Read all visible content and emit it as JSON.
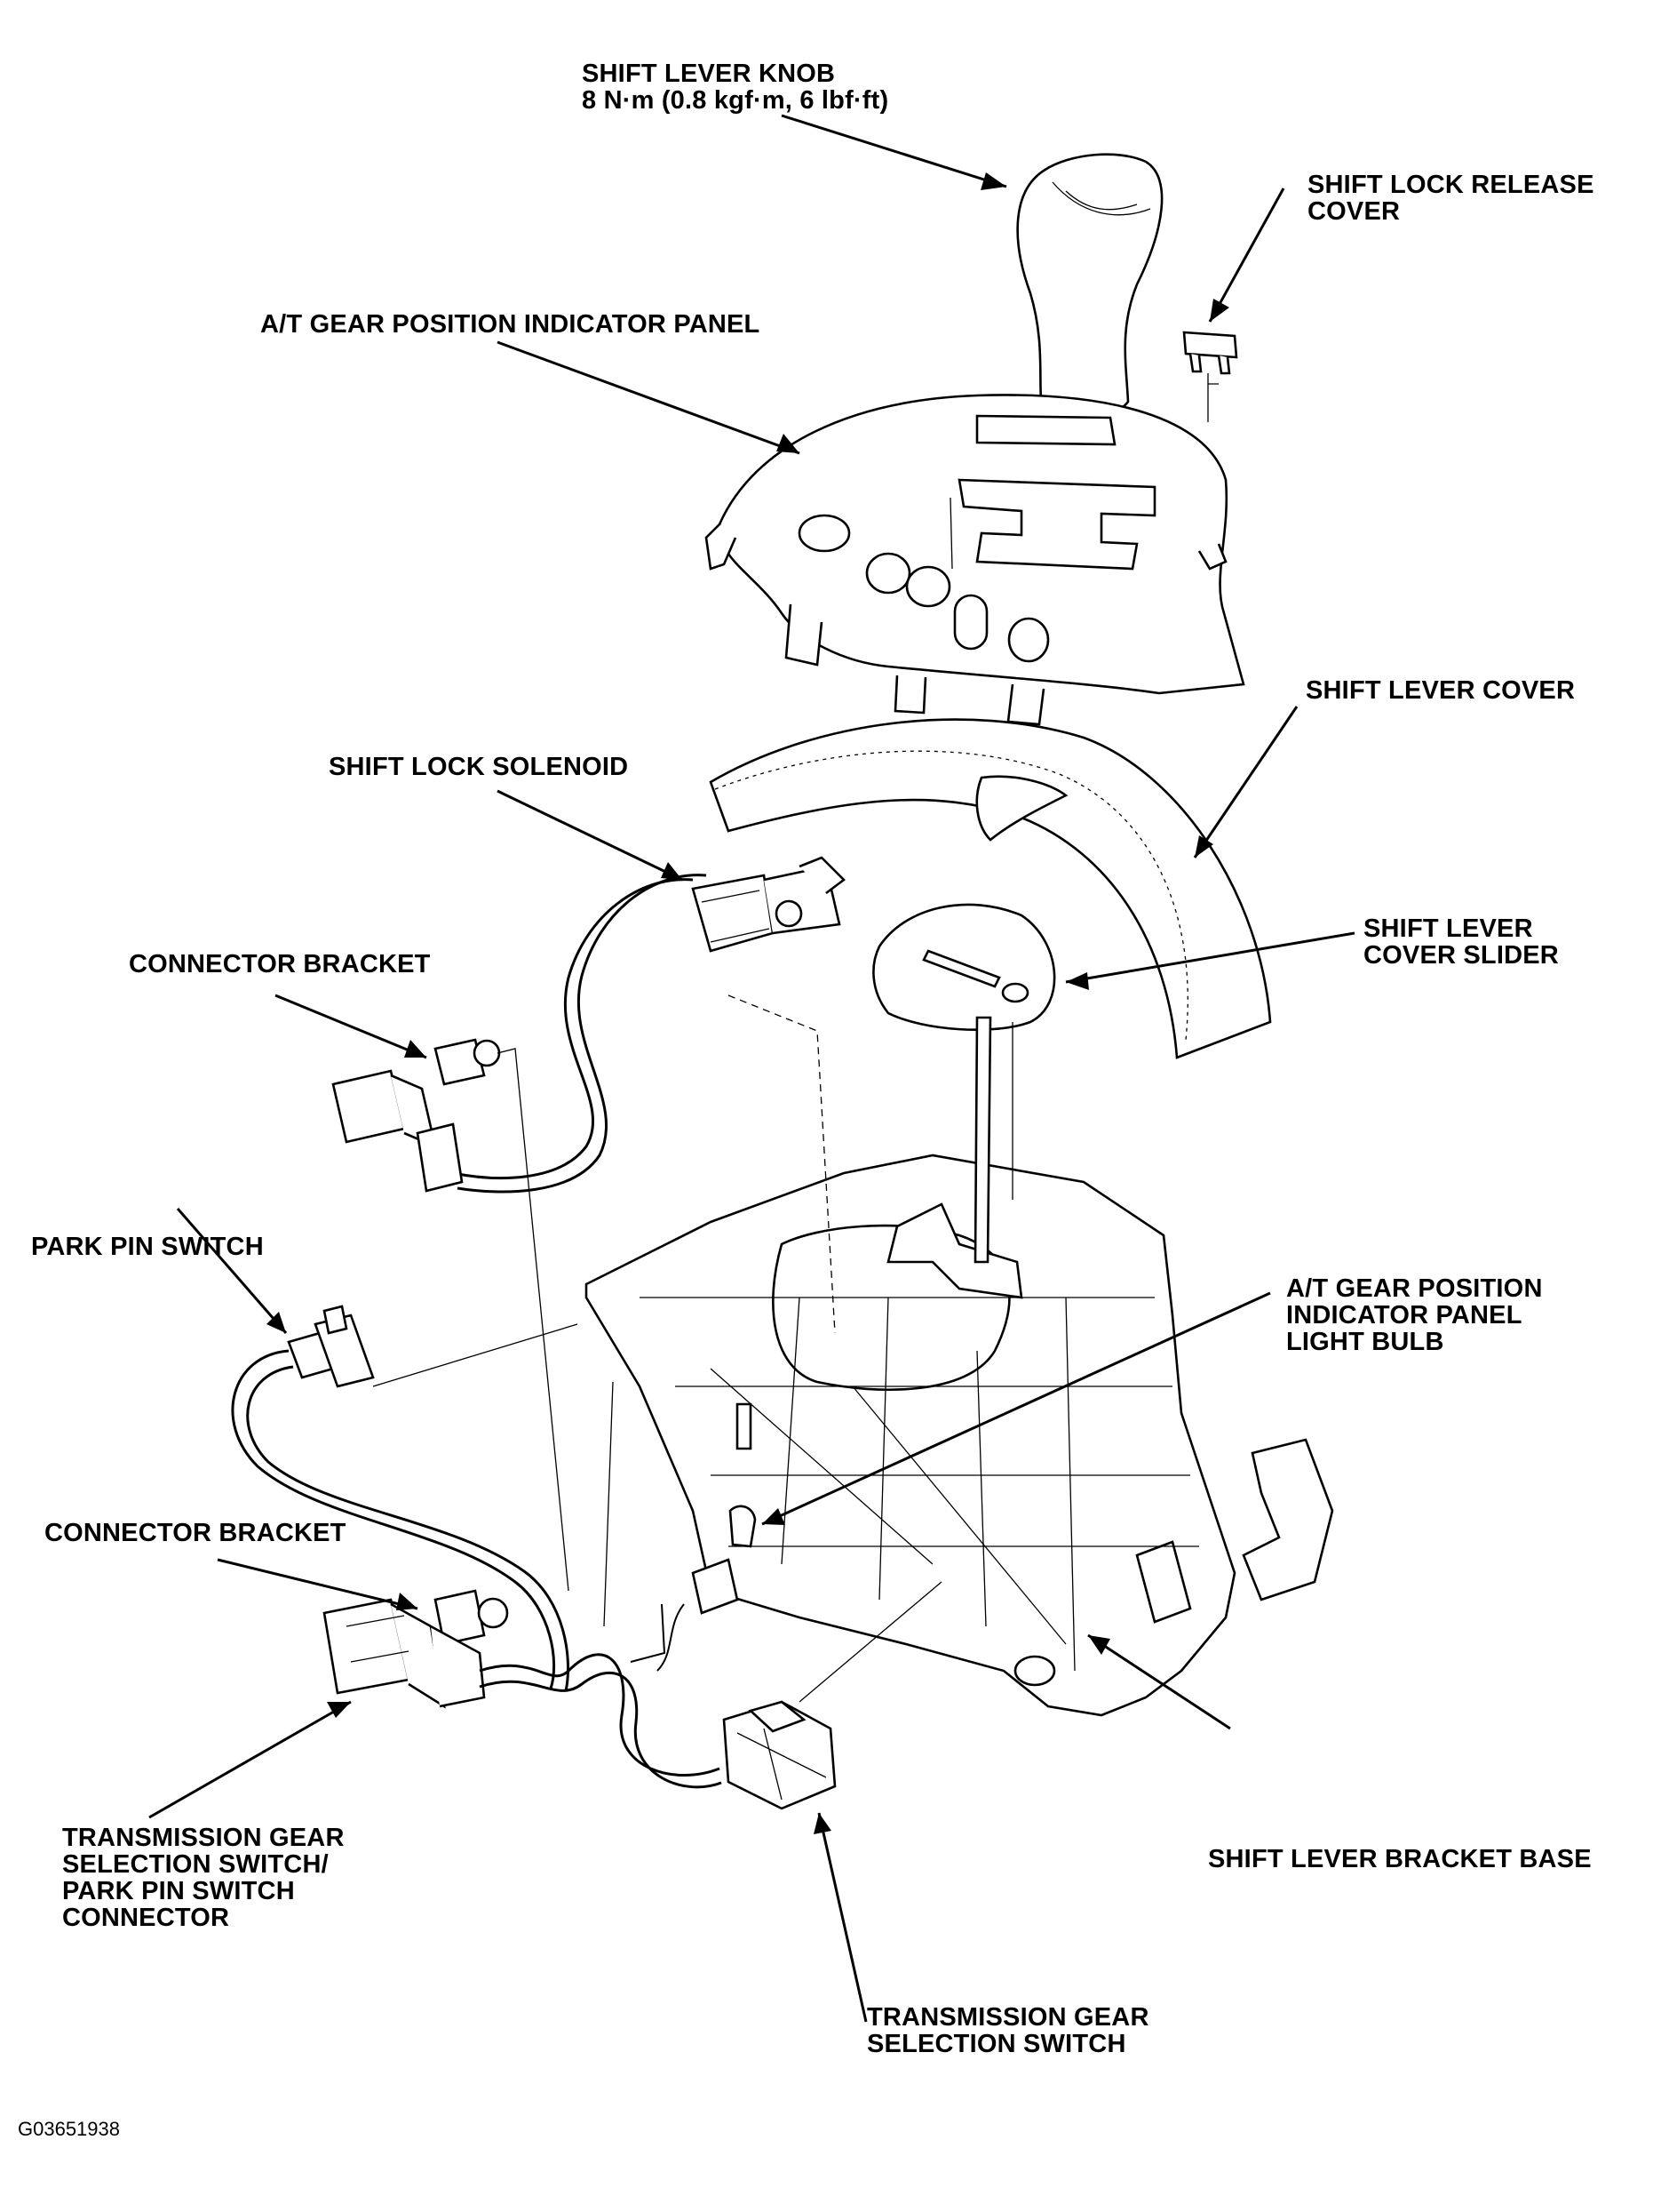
{
  "figure_id": "G03651938",
  "labels": {
    "shift_lever_knob": "SHIFT LEVER KNOB\n8 N·m (0.8 kgf·m, 6 lbf·ft)",
    "shift_lock_release_cover": "SHIFT LOCK RELEASE\nCOVER",
    "indicator_panel": "A/T GEAR POSITION INDICATOR PANEL",
    "shift_lever_cover": "SHIFT LEVER COVER",
    "shift_lock_solenoid": "SHIFT LOCK SOLENOID",
    "cover_slider": "SHIFT LEVER\nCOVER SLIDER",
    "connector_bracket_1": "CONNECTOR BRACKET",
    "park_pin_switch": "PARK PIN SWITCH",
    "light_bulb": "A/T GEAR POSITION\nINDICATOR PANEL\nLIGHT BULB",
    "connector_bracket_2": "CONNECTOR BRACKET",
    "switch_connector": "TRANSMISSION GEAR\nSELECTION SWITCH/\nPARK PIN SWITCH\nCONNECTOR",
    "bracket_base": "SHIFT LEVER BRACKET BASE",
    "selection_switch": "TRANSMISSION GEAR\nSELECTION SWITCH"
  }
}
